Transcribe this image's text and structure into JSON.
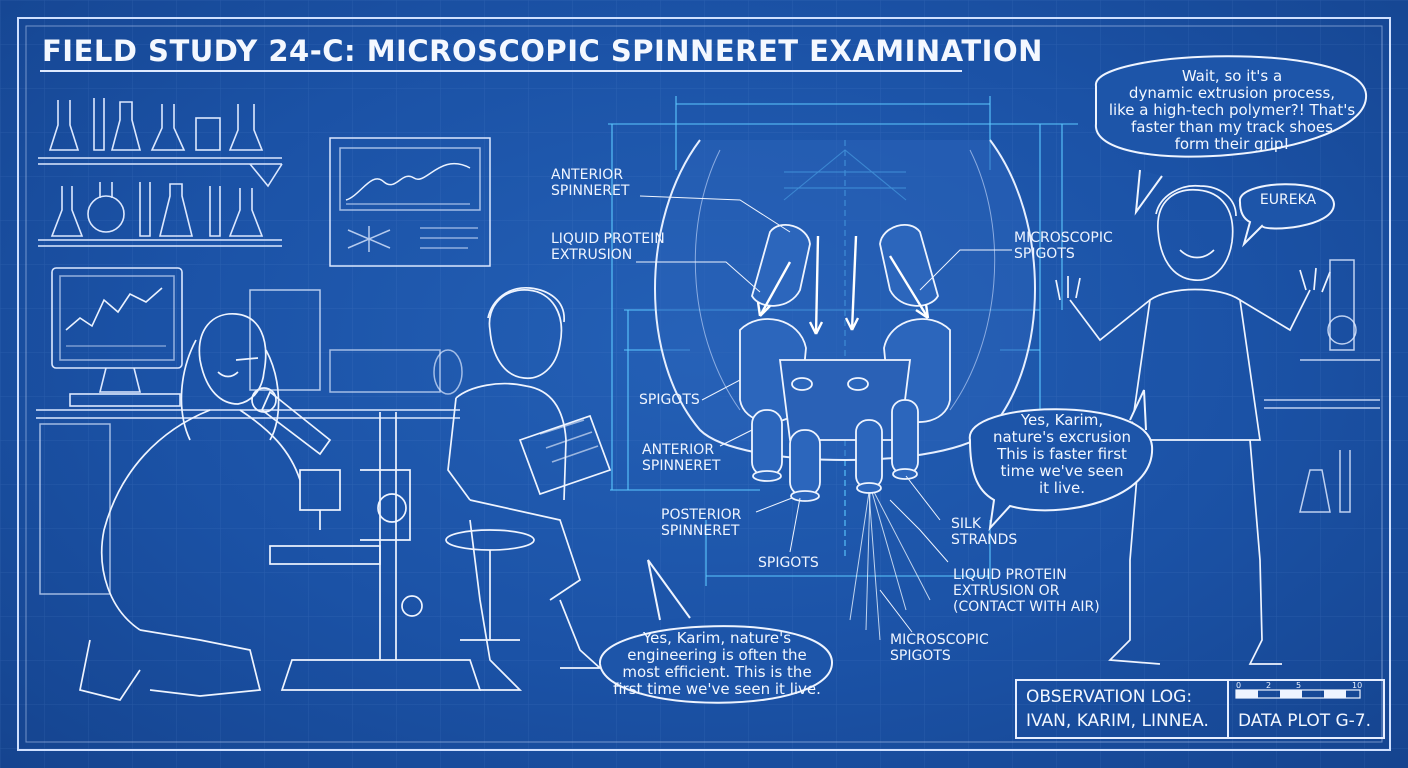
{
  "title": "FIELD STUDY 24-C: MICROSCOPIC SPINNERET EXAMINATION",
  "labels": {
    "anterior_spinneret_top": [
      "ANTERIOR",
      "SPINNERET"
    ],
    "liquid_protein_left": [
      "LIQUID PROTEIN",
      "EXTRUSION"
    ],
    "spigots_left": "SPIGOTS",
    "anterior_spinneret_low": [
      "ANTERIOR",
      "SPINNERET"
    ],
    "posterior_spinneret": [
      "POSTERIOR",
      "SPINNERET"
    ],
    "spigots_bottom": "SPIGOTS",
    "microscopic_spigots_right": [
      "MICROSCOPIC",
      "SPIGOTS"
    ],
    "silk_strands": [
      "SILK",
      "STRANDS"
    ],
    "liquid_protein_bottom": [
      "LIQUID PROTEIN",
      "EXTRUSION OR",
      "(CONTACT WITH AIR)"
    ],
    "microscopic_spigots_bottom": [
      "MICROSCOPIC",
      "SPIGOTS"
    ]
  },
  "bubbles": {
    "karim_top": [
      "Wait, so it's a",
      "dynamic extrusion process,",
      "like a high-tech polymer?! That's",
      "faster than my track shoes",
      "form their grip!"
    ],
    "eureka": "EUREKA",
    "karim_right": [
      "Yes, Karim,",
      "nature's excrusion",
      "This is faster first",
      "time we've seen",
      "it live."
    ],
    "bottom_center": [
      "Yes, Karim, nature's",
      "engineering is often the",
      "most efficient. This is the",
      "first time we've seen it live."
    ]
  },
  "log": {
    "heading": "OBSERVATION LOG:",
    "names": "IVAN, KARIM, LINNEA.",
    "plot": "DATA PLOT G-7.",
    "scale_ticks": [
      "0",
      "2",
      "5",
      "10"
    ]
  },
  "colors": {
    "background": "#1b52a6",
    "line": "#dce8ff",
    "accent": "#5cc8ff"
  }
}
